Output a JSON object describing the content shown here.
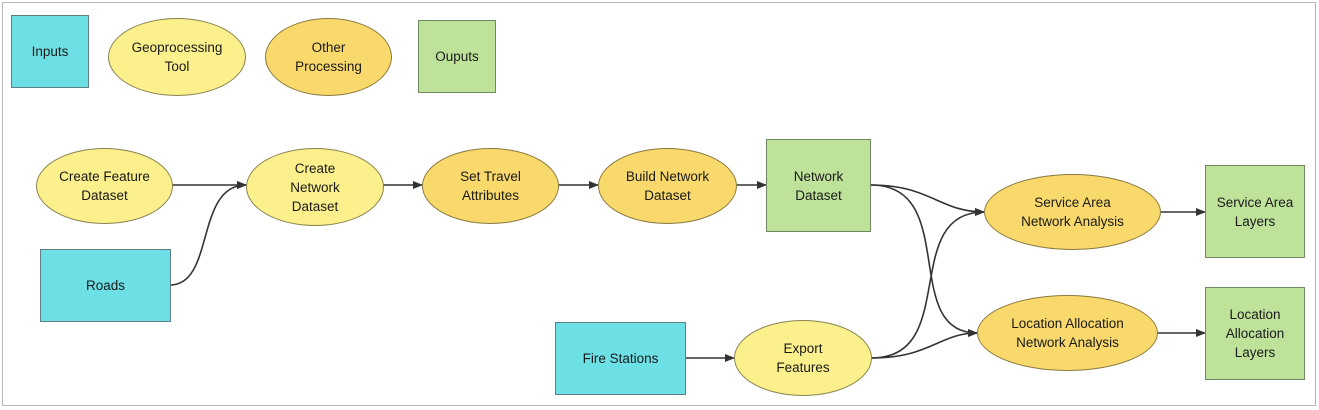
{
  "legend": {
    "inputs": "Inputs",
    "geoprocessing_tool": "Geoprocessing\nTool",
    "other_processing": "Other\nProcessing",
    "outputs": "Ouputs"
  },
  "nodes": {
    "create_feature_dataset": "Create Feature\nDataset",
    "roads": "Roads",
    "create_network_dataset": "Create\nNetwork\nDataset",
    "set_travel_attributes": "Set Travel\nAttributes",
    "build_network_dataset": "Build Network\nDataset",
    "network_dataset": "Network\nDataset",
    "fire_stations": "Fire Stations",
    "export_features": "Export\nFeatures",
    "service_area_analysis": "Service Area\nNetwork Analysis",
    "location_allocation_analysis": "Location Allocation\nNetwork Analysis",
    "service_area_layers": "Service Area\nLayers",
    "location_allocation_layers": "Location\nAllocation\nLayers"
  },
  "colors": {
    "inputs": "#6de0e6",
    "geoprocessing_tool": "#fbf08c",
    "other_processing": "#f9d96b",
    "outputs": "#bfe29b",
    "connector": "#333333"
  }
}
